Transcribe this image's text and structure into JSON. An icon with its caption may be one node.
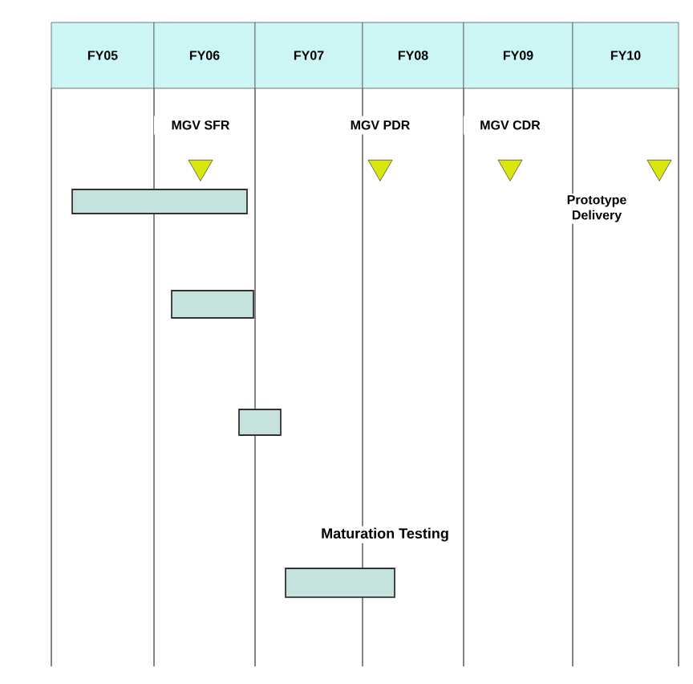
{
  "diagram": {
    "nodes": [
      {
        "text": [
          "MGV SFR"
        ]
      },
      {
        "text": [
          "MGV PDR"
        ]
      },
      {
        "text": [
          "MGV CDR"
        ]
      },
      {
        "text": [
          "Prototype Delivery"
        ]
      },
      {
        "text": [],
        "shape": "bar"
      },
      {
        "text": [],
        "shape": "bar"
      },
      {
        "text": [],
        "shape": "bar"
      },
      {
        "text": [
          "Maturation Testing"
        ]
      }
    ],
    "labels": [
      "FY05",
      "FY06",
      "FY07",
      "FY08",
      "FY09",
      "FY10"
    ]
  }
}
